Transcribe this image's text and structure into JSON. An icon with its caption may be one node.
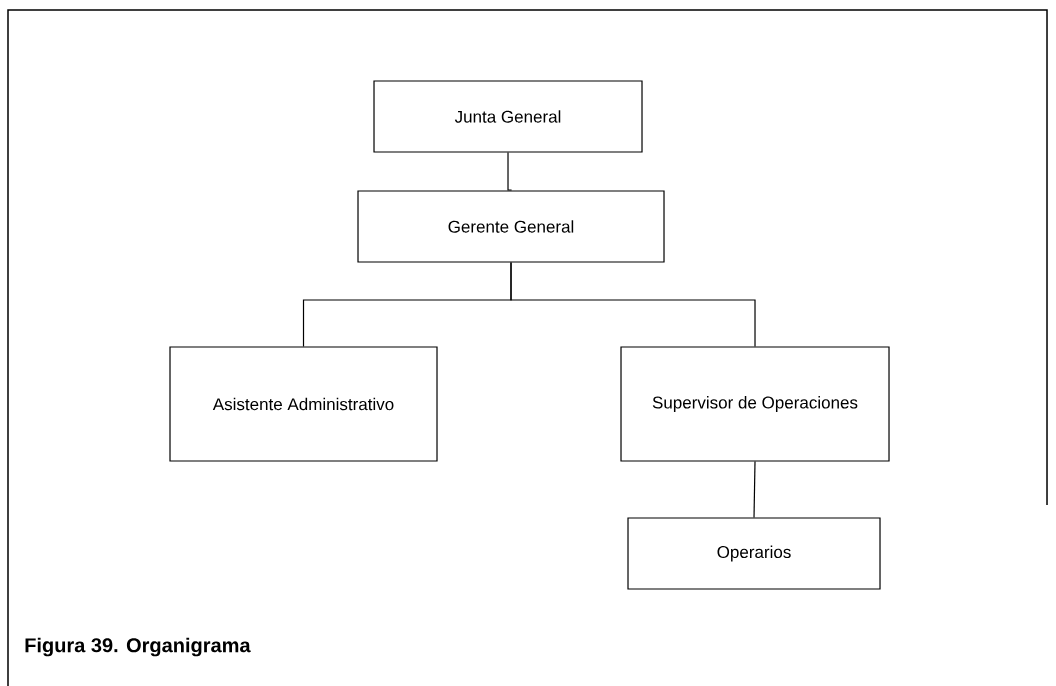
{
  "diagram": {
    "caption": "Figura 39. Organigrama",
    "nodes": [
      {
        "text": [
          "Junta General"
        ]
      },
      {
        "text": [
          "Gerente General"
        ]
      },
      {
        "text": [
          "Asistente Administrativo"
        ]
      },
      {
        "text": [
          "Supervisor de Operaciones"
        ]
      },
      {
        "text": [
          "Operarios"
        ]
      }
    ],
    "edges": [
      {
        "from": 0,
        "to": 1,
        "arrow": "none"
      },
      {
        "from": 1,
        "to": 2,
        "arrow": "none"
      },
      {
        "from": 1,
        "to": 3,
        "arrow": "none"
      },
      {
        "from": 3,
        "to": 4,
        "arrow": "none"
      }
    ]
  }
}
